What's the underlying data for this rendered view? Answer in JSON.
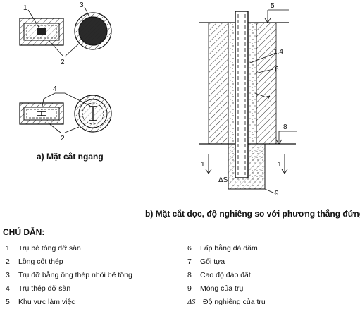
{
  "figure_a": {
    "labels": {
      "n1": "1",
      "n2_top": "2",
      "n3": "3",
      "n4": "4",
      "n2_bottom": "2"
    },
    "caption": "a) Mặt cắt ngang"
  },
  "figure_b": {
    "labels": {
      "n5": "5",
      "n14": "1,4",
      "n6": "6",
      "n7": "7",
      "n8": "8",
      "n9": "9",
      "n1_left": "1",
      "n1_right": "1",
      "ds": "ΔS"
    },
    "caption": "b) Mặt cắt dọc, độ nghiêng so với phương thẳng đứng"
  },
  "legend": {
    "title": "CHÚ DẪN:",
    "items": [
      {
        "num": "1",
        "text": "Trụ bê tông đỡ sàn"
      },
      {
        "num": "2",
        "text": "Lồng cốt thép"
      },
      {
        "num": "3",
        "text": "Trụ đỡ bằng ống thép nhồi bê tông"
      },
      {
        "num": "4",
        "text": "Trụ thép đỡ sàn"
      },
      {
        "num": "5",
        "text": "Khu vực làm việc"
      },
      {
        "num": "6",
        "text": "Lấp bằng đá dăm"
      },
      {
        "num": "7",
        "text": "Gối tựa"
      },
      {
        "num": "8",
        "text": "Cao độ đào đất"
      },
      {
        "num": "9",
        "text": "Móng của trụ"
      },
      {
        "num": "ΔS",
        "text": "Độ nghiêng của trụ"
      }
    ]
  }
}
